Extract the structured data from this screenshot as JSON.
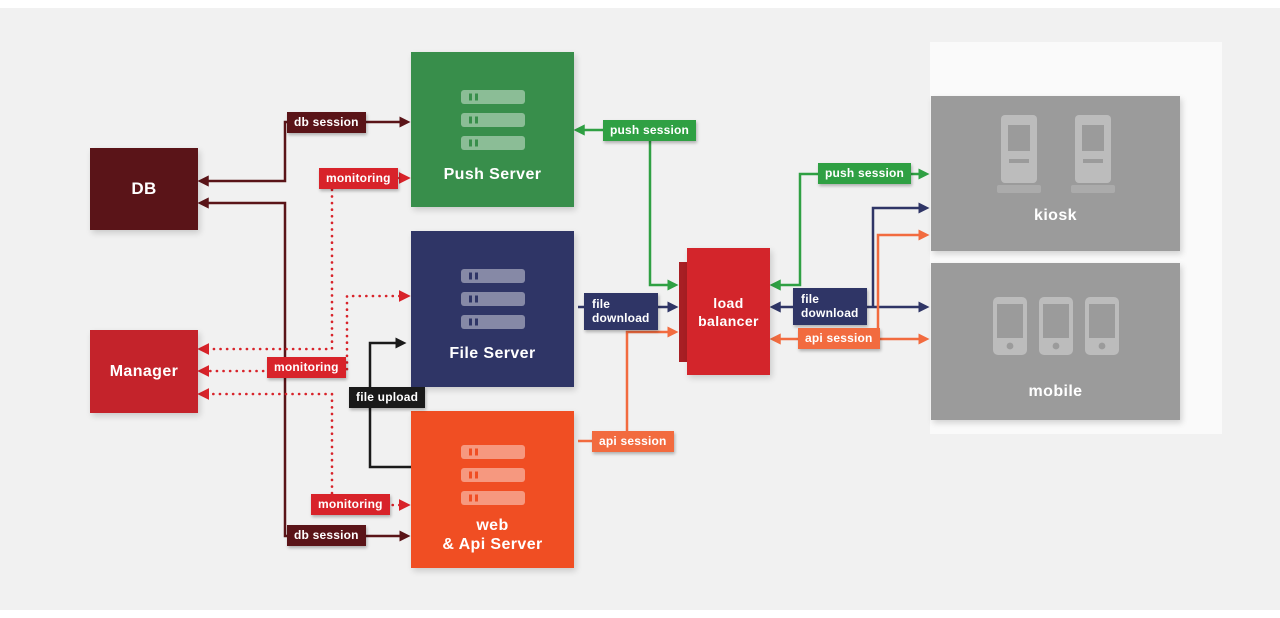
{
  "canvas": {
    "background": "#f1f1f1",
    "client_panel_background": "#fafafa"
  },
  "nodes": {
    "db": {
      "label": "DB",
      "color": "#5a1418"
    },
    "manager": {
      "label": "Manager",
      "color": "#c4232b"
    },
    "push_server": {
      "label": "Push Server",
      "color": "#388e4b"
    },
    "file_server": {
      "label": "File Server",
      "color": "#2f3566"
    },
    "web_api_server": {
      "label_line1": "web",
      "label_line2": "& Api Server",
      "color": "#f04e23"
    },
    "load_balancer": {
      "label_line1": "load",
      "label_line2": "balancer",
      "color": "#d3252b"
    },
    "kiosk": {
      "label": "kiosk",
      "color": "#9b9b9b"
    },
    "mobile": {
      "label": "mobile",
      "color": "#9b9b9b"
    }
  },
  "edge_labels": {
    "db_session_top": "db session",
    "monitoring_push": "monitoring",
    "push_session_left": "push session",
    "monitoring_file": "monitoring",
    "file_upload": "file upload",
    "file_download_left_line1": "file",
    "file_download_left_line2": "download",
    "api_session_left": "api session",
    "monitoring_web": "monitoring",
    "db_session_bottom": "db session",
    "push_session_right": "push session",
    "file_download_right_line1": "file",
    "file_download_right_line2": "download",
    "api_session_right": "api session"
  },
  "edge_colors": {
    "db_session": "#5a1418",
    "monitoring": "#d8232a",
    "push_session": "#2fa043",
    "file_download": "#2f3566",
    "api_session": "#f26b3f",
    "file_upload": "#1a1a1a"
  },
  "icons": {
    "servers": "server-rack-icon",
    "kiosk": "kiosk-machine-icon",
    "mobile": "mobile-phone-icon"
  }
}
